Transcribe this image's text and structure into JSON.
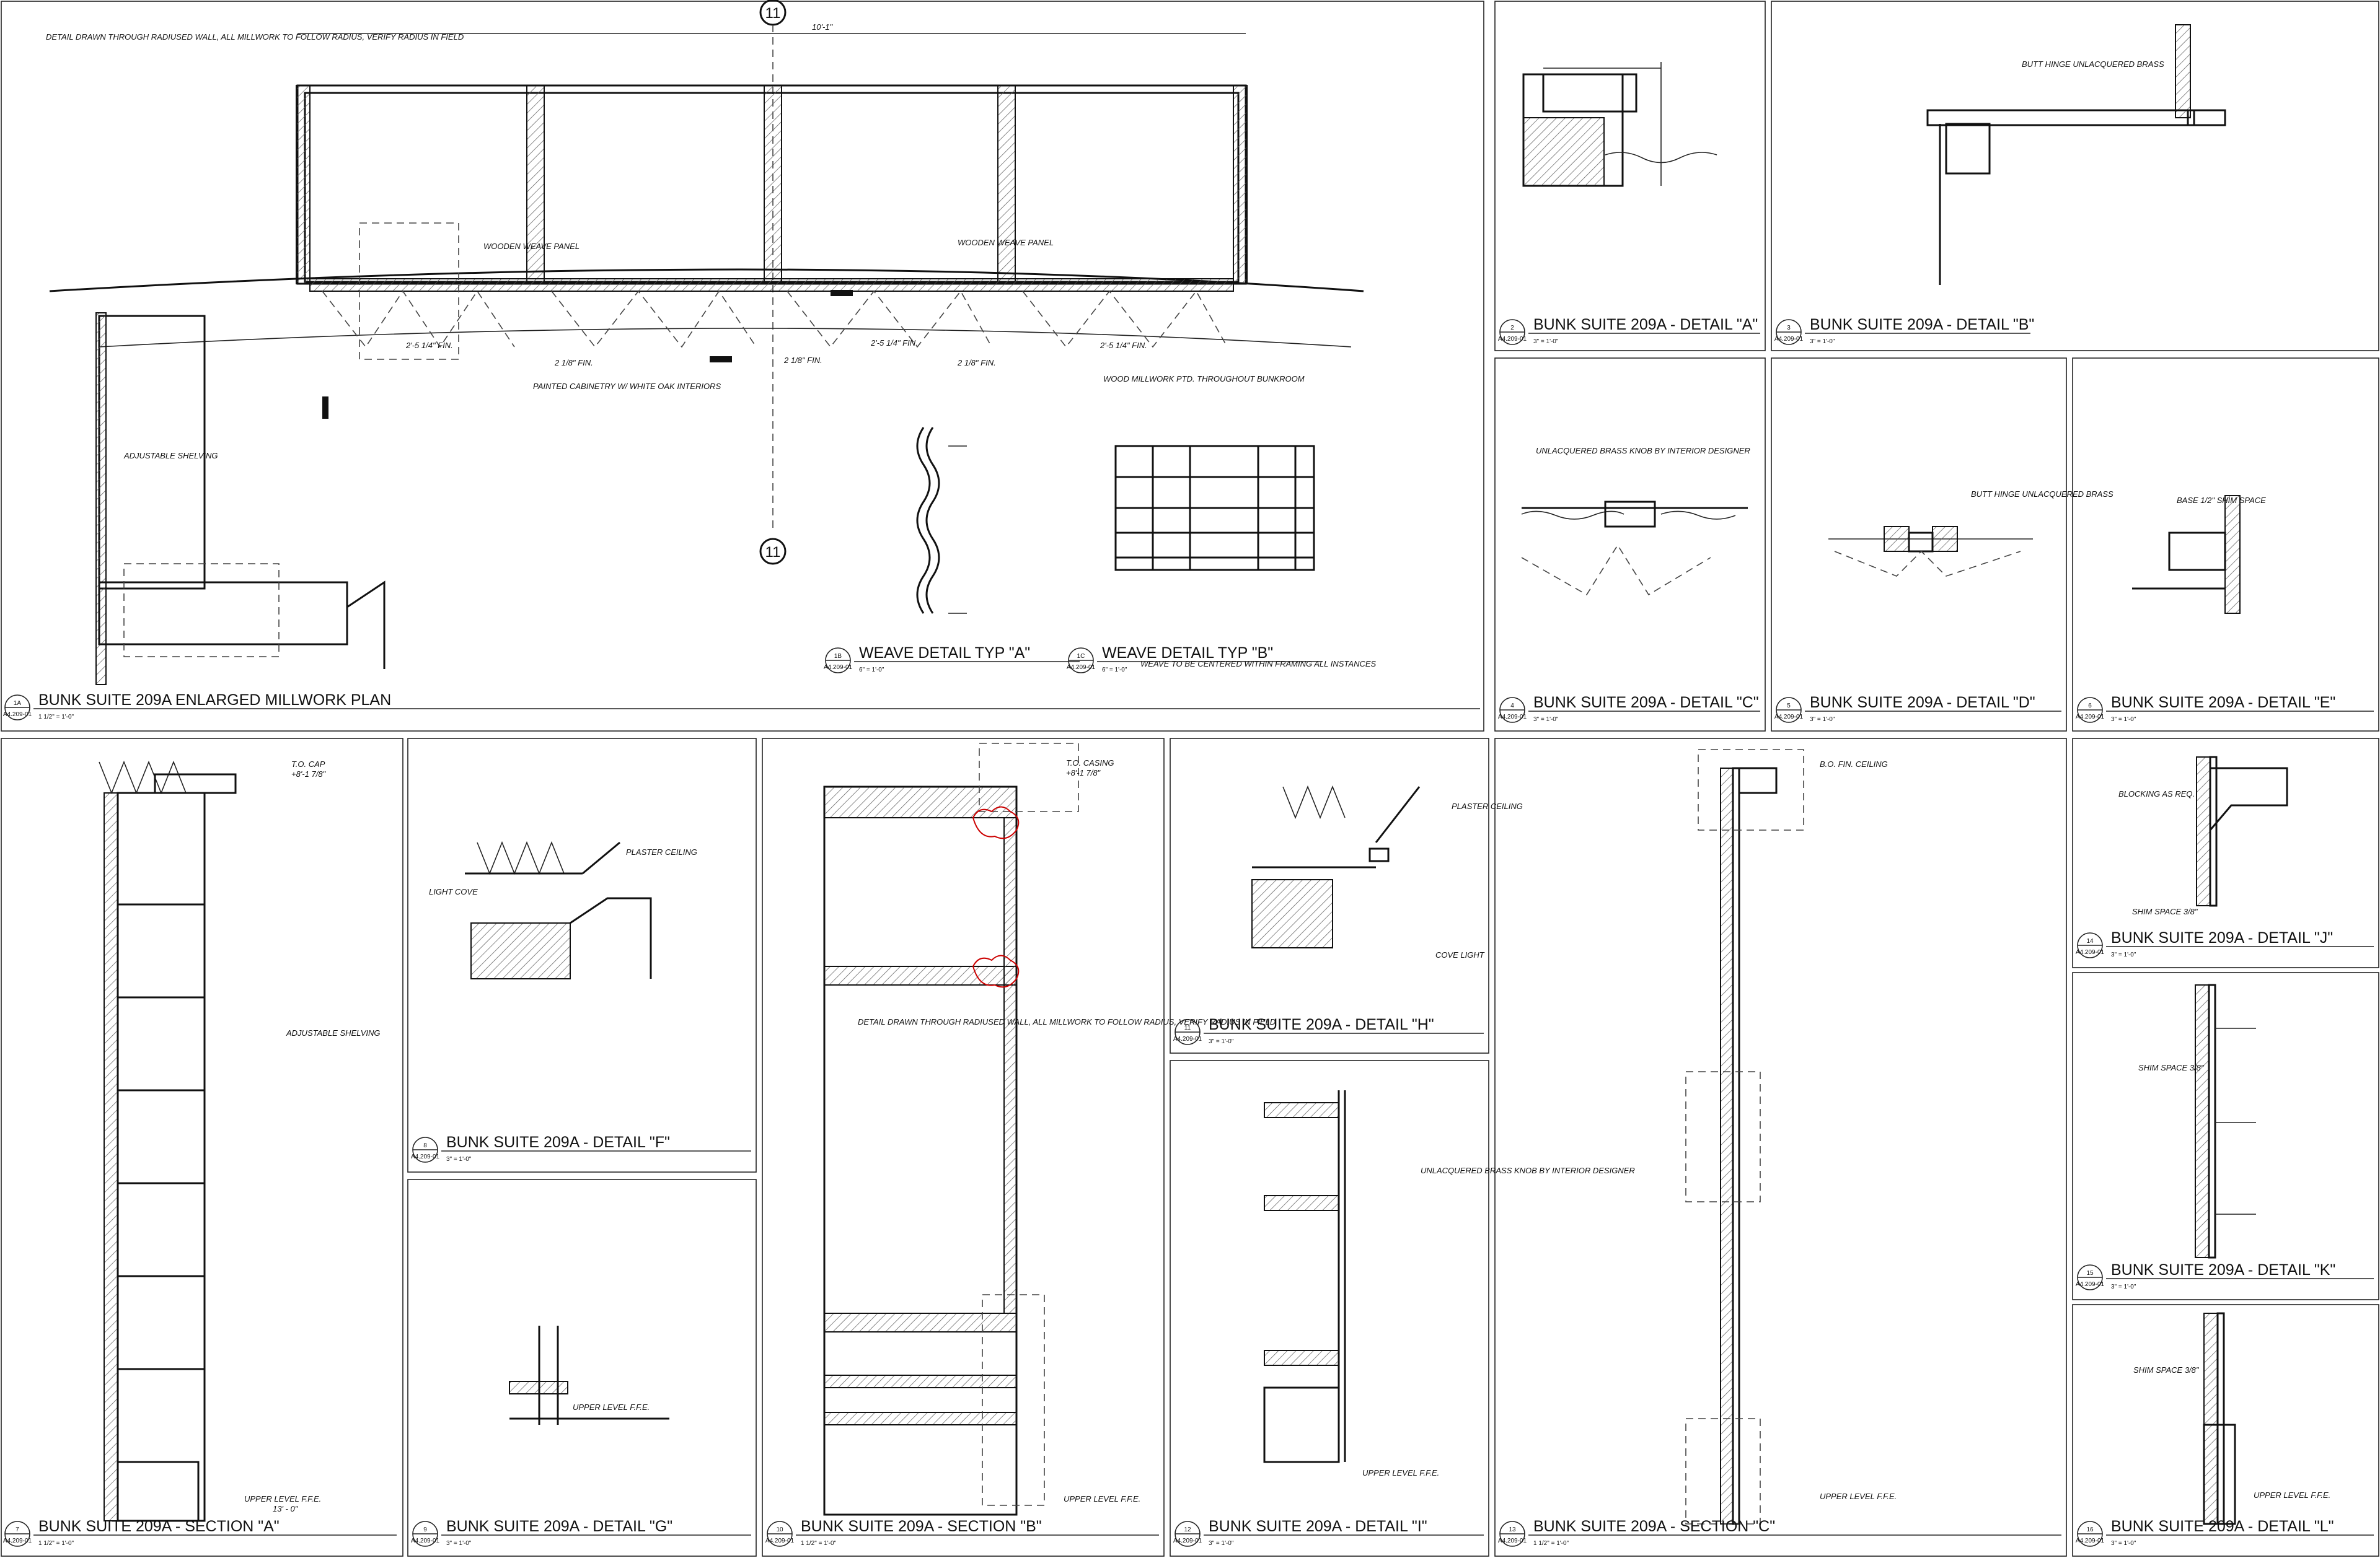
{
  "sheet": {
    "ref": "A4.209-01"
  },
  "tag_11": "11",
  "overall_dim": "10'-1\"",
  "plan_notes": {
    "radius_note": "DETAIL DRAWN THROUGH RADIUSED WALL, ALL MILLWORK TO FOLLOW RADIUS, VERIFY RADIUS IN FIELD",
    "weave_panel": "WOODEN WEAVE PANEL",
    "painted_cab": "PAINTED CABINETRY W/ WHITE OAK INTERIORS",
    "wood_millwork": "WOOD MILLWORK PTD. THROUGHOUT BUNKROOM",
    "adjustable": "ADJUSTABLE SHELVING",
    "fin1": "2'-5 1/4\" FIN.",
    "fin2": "2 1/8\" FIN.",
    "weave_note": "WEAVE TO BE CENTERED WITHIN FRAMING ALL INSTANCES"
  },
  "notes": {
    "butt_hinge": "BUTT HINGE UNLACQUERED BRASS",
    "brass_knob": "UNLACQUERED BRASS KNOB BY INTERIOR DESIGNER",
    "base_shim": "BASE 1/2\" SHIM SPACE",
    "plaster_ceiling": "PLASTER CEILING",
    "light_cove": "LIGHT COVE",
    "cove_light": "COVE LIGHT",
    "blocking": "BLOCKING AS REQ.",
    "shim_space": "SHIM SPACE 3/8\"",
    "to_cap": "T.O. CAP",
    "to_casing": "T.O. CASING",
    "bo_ceiling": "B.O. FIN. CEILING",
    "upper_level": "UPPER LEVEL F.F.E.",
    "elev_zero": "13' - 0\"",
    "elev_cap": "+8'-1 7/8\"",
    "elev_casing": "+8'-1 7/8\""
  },
  "titles": [
    {
      "num": "1A",
      "title": "BUNK SUITE 209A ENLARGED MILLWORK PLAN",
      "scale": "1 1/2\" = 1'-0\""
    },
    {
      "num": "1B",
      "title": "WEAVE DETAIL TYP \"A\"",
      "scale": "6\" = 1'-0\""
    },
    {
      "num": "1C",
      "title": "WEAVE DETAIL TYP \"B\"",
      "scale": "6\" = 1'-0\""
    },
    {
      "num": "2",
      "title": "BUNK SUITE 209A - DETAIL \"A\"",
      "scale": "3\" = 1'-0\""
    },
    {
      "num": "3",
      "title": "BUNK SUITE 209A - DETAIL \"B\"",
      "scale": "3\" = 1'-0\""
    },
    {
      "num": "4",
      "title": "BUNK SUITE 209A - DETAIL \"C\"",
      "scale": "3\" = 1'-0\""
    },
    {
      "num": "5",
      "title": "BUNK SUITE 209A - DETAIL \"D\"",
      "scale": "3\" = 1'-0\""
    },
    {
      "num": "6",
      "title": "BUNK SUITE 209A - DETAIL \"E\"",
      "scale": "3\" = 1'-0\""
    },
    {
      "num": "7",
      "title": "BUNK SUITE 209A - SECTION \"A\"",
      "scale": "1 1/2\" = 1'-0\""
    },
    {
      "num": "8",
      "title": "BUNK SUITE 209A - DETAIL \"F\"",
      "scale": "3\" = 1'-0\""
    },
    {
      "num": "9",
      "title": "BUNK SUITE 209A - DETAIL \"G\"",
      "scale": "3\" = 1'-0\""
    },
    {
      "num": "10",
      "title": "BUNK SUITE 209A - SECTION \"B\"",
      "scale": "1 1/2\" = 1'-0\""
    },
    {
      "num": "11",
      "title": "BUNK SUITE 209A - DETAIL \"H\"",
      "scale": "3\" = 1'-0\""
    },
    {
      "num": "12",
      "title": "BUNK SUITE 209A - DETAIL \"I\"",
      "scale": "3\" = 1'-0\""
    },
    {
      "num": "13",
      "title": "BUNK SUITE 209A - SECTION \"C\"",
      "scale": "1 1/2\" = 1'-0\""
    },
    {
      "num": "14",
      "title": "BUNK SUITE 209A - DETAIL \"J\"",
      "scale": "3\" = 1'-0\""
    },
    {
      "num": "15",
      "title": "BUNK SUITE 209A - DETAIL \"K\"",
      "scale": "3\" = 1'-0\""
    },
    {
      "num": "16",
      "title": "BUNK SUITE 209A - DETAIL \"L\"",
      "scale": "3\" = 1'-0\""
    }
  ]
}
